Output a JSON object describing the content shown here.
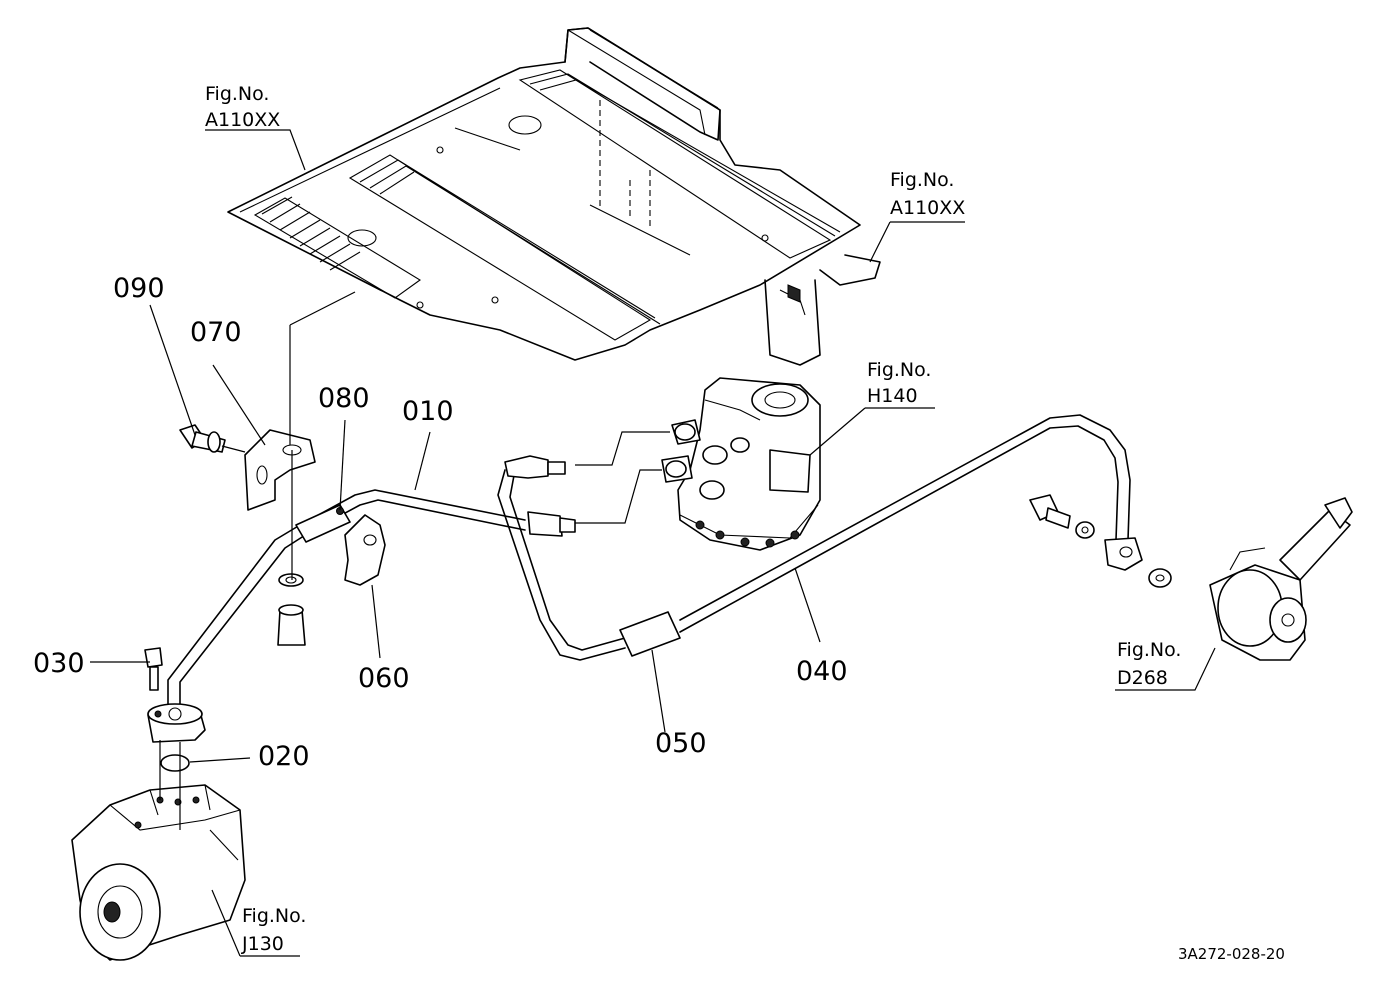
{
  "parts": [
    {
      "id": "p010",
      "label": "010"
    },
    {
      "id": "p020",
      "label": "020"
    },
    {
      "id": "p030",
      "label": "030"
    },
    {
      "id": "p040",
      "label": "040"
    },
    {
      "id": "p050",
      "label": "050"
    },
    {
      "id": "p060",
      "label": "060"
    },
    {
      "id": "p070",
      "label": "070"
    },
    {
      "id": "p080",
      "label": "080"
    },
    {
      "id": "p090",
      "label": "090"
    }
  ],
  "fig_refs": [
    {
      "id": "floor-left",
      "title": "Fig.No.",
      "code": "A110XX"
    },
    {
      "id": "floor-right",
      "title": "Fig.No.",
      "code": "A110XX"
    },
    {
      "id": "steering",
      "title": "Fig.No.",
      "code": "H140"
    },
    {
      "id": "cylinder",
      "title": "Fig.No.",
      "code": "D268"
    },
    {
      "id": "pump",
      "title": "Fig.No.",
      "code": "J130"
    }
  ],
  "drawing_id": "3A272-028-20"
}
